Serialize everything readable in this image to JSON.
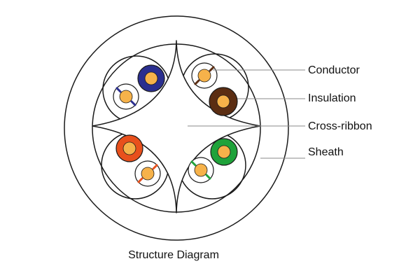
{
  "labels": {
    "conductor": "Conductor",
    "insulation": "Insulation",
    "cross_ribbon": "Cross-ribbon",
    "sheath": "Sheath"
  },
  "caption": "Structure Diagram",
  "colors": {
    "outline": "#1a1a1a",
    "copper": "#f6b24a",
    "pair_blue": "#2a2e8f",
    "pair_brown": "#5b2d12",
    "pair_orange": "#e8501c",
    "pair_green": "#1fa23a",
    "white_insulation": "#ffffff"
  },
  "pairs": [
    {
      "position": "top-left",
      "color_name": "blue"
    },
    {
      "position": "top-right",
      "color_name": "brown"
    },
    {
      "position": "bottom-left",
      "color_name": "orange"
    },
    {
      "position": "bottom-right",
      "color_name": "green"
    }
  ]
}
